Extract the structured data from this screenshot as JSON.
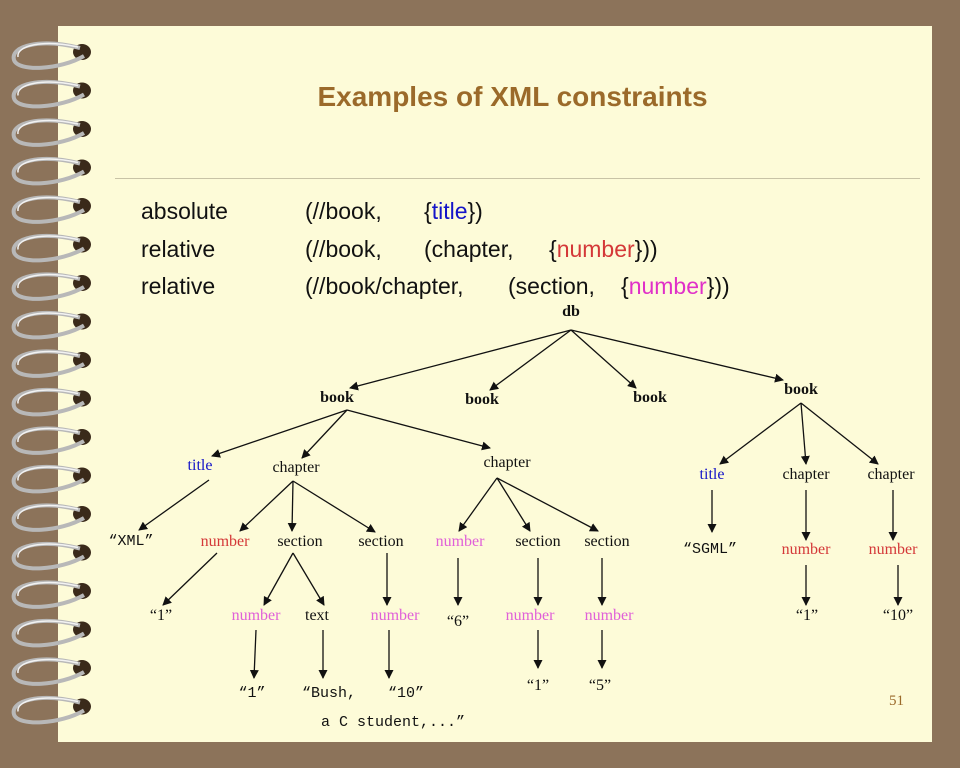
{
  "slide": {
    "title": "Examples of XML constraints",
    "page_number": "51"
  },
  "constraints": [
    {
      "kind": "relative_label_0",
      "text": "absolute",
      "target": "(//book,",
      "open": "{",
      "field": "title",
      "close": "})"
    },
    {
      "kind": "relative",
      "target": "(//book,",
      "context": "(chapter,",
      "open": "{",
      "field": "number",
      "close": "}))"
    },
    {
      "kind": "relative",
      "target": "(//book/chapter,",
      "context": "(section,",
      "open": "{",
      "field": "number",
      "close": "}))"
    }
  ],
  "tree": {
    "root": "db",
    "book": "book",
    "title": "title",
    "chapter": "chapter",
    "section": "section",
    "number": "number",
    "text": "text",
    "values": {
      "xml": "“XML”",
      "sgml": "“SGML”",
      "one": "“1”",
      "six": "“6”",
      "five": "“5”",
      "ten": "“10”",
      "bush_line1": "“Bush,",
      "ten_mono": "“10”",
      "bush_line2": "a C student,...”"
    }
  },
  "colors": {
    "background": "#8c735a",
    "slide": "#fdfbd8",
    "title": "#9b6a2a",
    "blue_field": "#1414c8",
    "red_field": "#d43838",
    "magenta_field": "#e030c8"
  },
  "icons": [
    "spiral-ring-icon"
  ]
}
